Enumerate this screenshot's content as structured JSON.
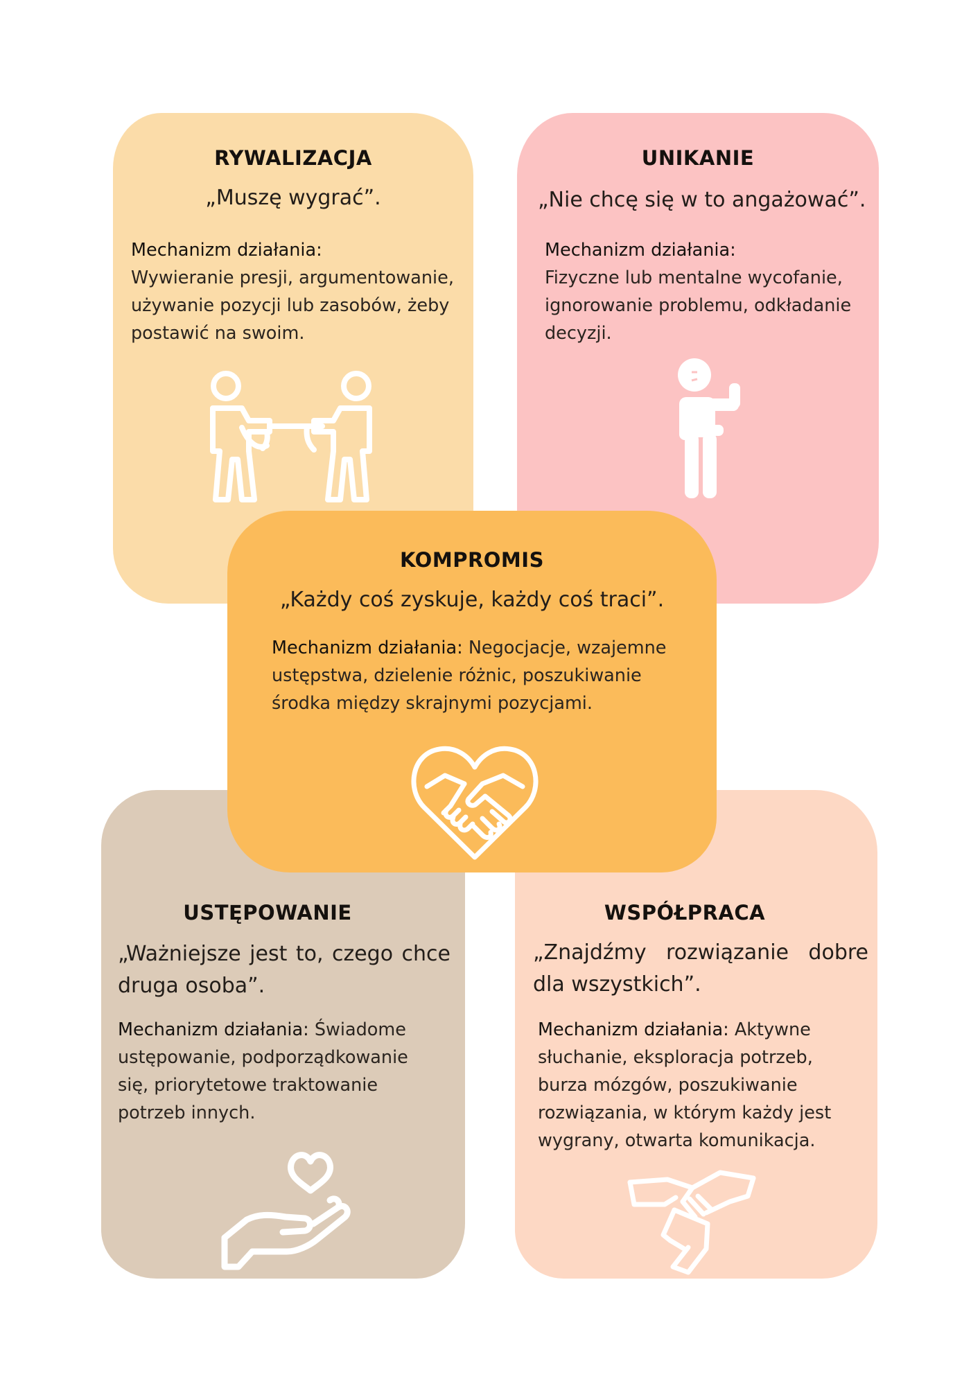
{
  "colors": {
    "rywalizacja_bg": "#fbdca9",
    "unikanie_bg": "#fcc3c3",
    "kompromis_bg": "#fbbb5a",
    "ustepowanie_bg": "#dccbb8",
    "wspolpraca_bg": "#fdd8c4",
    "icon_stroke": "#ffffff"
  },
  "cards": {
    "rywalizacja": {
      "title": "RYWALIZACJA",
      "quote": "„Muszę wygrać”.",
      "mechanism_label": "Mechanizm działania:",
      "mechanism_text": "Wywieranie presji, argumentowanie, używanie pozycji lub zasobów, żeby postawić na swoim.",
      "icon": "tug-of-war-icon"
    },
    "unikanie": {
      "title": "UNIKANIE",
      "quote": "„Nie chcę się w to angażować”.",
      "mechanism_label": "Mechanizm działania:",
      "mechanism_text": "Fizyczne lub mentalne wycofanie, ignorowanie problemu, odkładanie decyzji.",
      "icon": "person-refusing-icon"
    },
    "kompromis": {
      "title": "KOMPROMIS",
      "quote": "„Każdy coś zyskuje, każdy coś traci”.",
      "mechanism_label": "Mechanizm działania:",
      "mechanism_text": "Negocjacje, wzajemne ustępstwa, dzielenie różnic, poszukiwanie środka między skrajnymi pozycjami.",
      "icon": "heart-handshake-icon"
    },
    "ustepowanie": {
      "title": "USTĘPOWANIE",
      "quote": "„Ważniejsze jest to, czego chce druga osoba”.",
      "mechanism_label": "Mechanizm działania:",
      "mechanism_text": "Świadome ustępowanie, podporządkowanie się, priorytetowe traktowanie potrzeb innych.",
      "icon": "hand-giving-heart-icon"
    },
    "wspolpraca": {
      "title": "WSPÓŁPRACA",
      "quote": "„Znajdźmy rozwiązanie dobre dla wszystkich”.",
      "mechanism_label": "Mechanizm działania:",
      "mechanism_text": "Aktywne słuchanie, eksploracja potrzeb, burza mózgów, poszukiwanie rozwiązania, w którym każdy jest wygrany, otwarta komunikacja.",
      "icon": "stacked-hands-icon"
    }
  }
}
